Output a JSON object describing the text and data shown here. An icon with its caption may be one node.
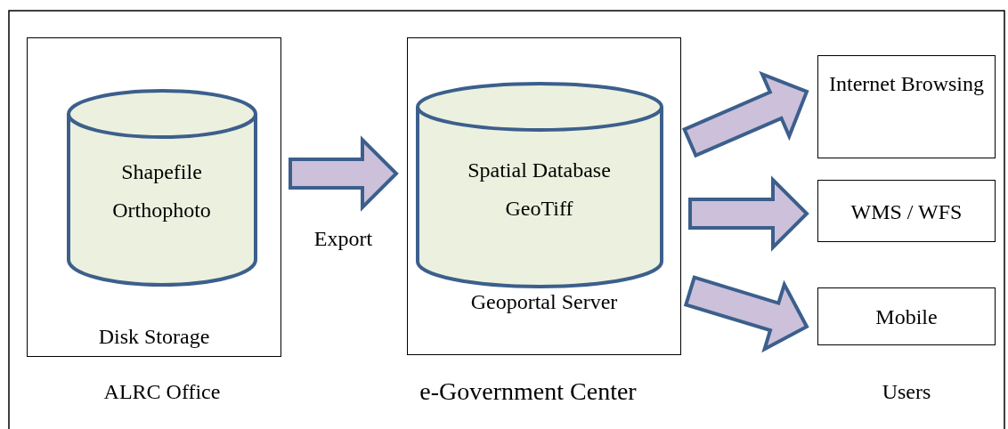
{
  "diagram": {
    "nodes": [
      {
        "text": [
          "Disk Storage"
        ],
        "beside": [
          "ALRC Office"
        ]
      },
      {
        "text": [
          "Shapefile",
          "Orthophoto"
        ],
        "in": 0
      },
      {
        "text": [
          "Geoportal Server"
        ],
        "beside": [
          "e-Government Center"
        ]
      },
      {
        "text": [
          "Spatial Database",
          "GeoTiff"
        ],
        "in": 2
      },
      {
        "text": [
          "Internet Browsing"
        ]
      },
      {
        "text": [
          "WMS / WFS"
        ]
      },
      {
        "text": [
          "Mobile"
        ]
      }
    ],
    "edges": [
      {
        "from": 0,
        "to": 2,
        "arrow": "to",
        "label": "Export"
      },
      {
        "from": 2,
        "to": 4,
        "arrow": "to"
      },
      {
        "from": 2,
        "to": 5,
        "arrow": "to"
      },
      {
        "from": 2,
        "to": 6,
        "arrow": "to"
      }
    ],
    "labels": [
      "Users"
    ]
  }
}
